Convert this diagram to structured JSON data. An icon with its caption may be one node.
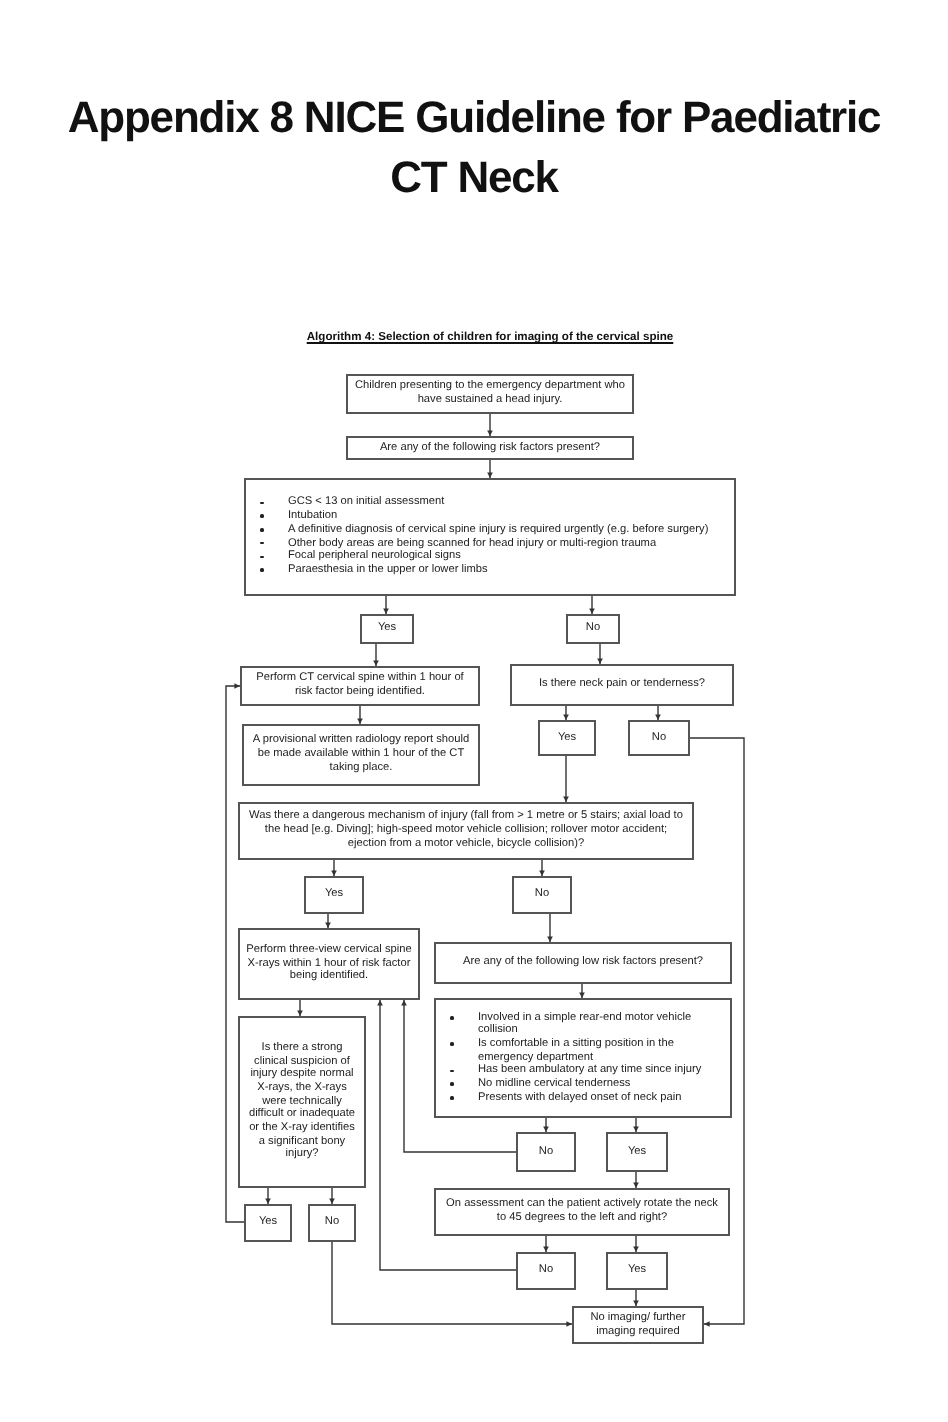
{
  "diagram": {
    "title": "Appendix 8 NICE Guideline for Paediatric CT Neck",
    "nodes": [
      {
        "text": [
          "Children presenting to the emergency department who have sustained a head injury."
        ]
      },
      {
        "text": [
          "Are any of the following risk factors present?"
        ]
      },
      {
        "text": [
          "GCS < 13 on initial assessment",
          "Intubation",
          "A definitive diagnosis of cervical spine injury is required urgently (e.g. before surgery)",
          "Other body areas are being scanned for head injury or multi-region trauma",
          "Focal peripheral neurological signs",
          "Paraesthesia in the upper or lower limbs"
        ]
      },
      {
        "text": [
          "Yes"
        ]
      },
      {
        "text": [
          "No"
        ]
      },
      {
        "text": [
          "Perform CT cervical spine within 1 hour of risk factor being identified."
        ]
      },
      {
        "text": [
          "Is there neck pain or tenderness?"
        ]
      },
      {
        "text": [
          "A provisional written radiology report should be made available within 1 hour of the CT taking place."
        ]
      },
      {
        "text": [
          "Yes"
        ]
      },
      {
        "text": [
          "No"
        ]
      },
      {
        "text": [
          "Was there a dangerous mechanism of injury (fall from > 1 metre or 5 stairs; axial load to the head [e.g. Diving]; high-speed motor vehicle collision; rollover motor accident; ejection from a motor vehicle, bicycle collision)?"
        ]
      },
      {
        "text": [
          "Yes"
        ]
      },
      {
        "text": [
          "No"
        ]
      },
      {
        "text": [
          "Perform three-view cervical spine X-rays within 1 hour of risk factor being identified."
        ]
      },
      {
        "text": [
          "Are any of the following low risk factors present?"
        ]
      },
      {
        "text": [
          "Is there a strong clinical suspicion of injury despite normal X-rays, the X-rays were technically difficult or inadequate or the X-ray identifies a significant bony injury?"
        ]
      },
      {
        "text": [
          "Involved in a simple rear-end motor vehicle collision",
          "Is comfortable in a sitting position in the emergency department",
          "Has been ambulatory at any time since injury",
          "No midline cervical tenderness",
          "Presents with delayed onset of neck pain"
        ]
      },
      {
        "text": [
          "No"
        ]
      },
      {
        "text": [
          "Yes"
        ]
      },
      {
        "text": [
          "Yes"
        ]
      },
      {
        "text": [
          "No"
        ]
      },
      {
        "text": [
          "On assessment can the patient actively rotate the neck to 45 degrees to the left and right?"
        ]
      },
      {
        "text": [
          "No"
        ]
      },
      {
        "text": [
          "Yes"
        ]
      },
      {
        "text": [
          "No imaging/ further imaging required"
        ]
      }
    ],
    "edges": [
      {
        "from": 0,
        "to": 1,
        "arrow": "to"
      },
      {
        "from": 1,
        "to": 2,
        "arrow": "to"
      },
      {
        "from": 2,
        "to": 3,
        "arrow": "to"
      },
      {
        "from": 2,
        "to": 4,
        "arrow": "to"
      },
      {
        "from": 3,
        "to": 5,
        "arrow": "to"
      },
      {
        "from": 4,
        "to": 6,
        "arrow": "to"
      },
      {
        "from": 5,
        "to": 7,
        "arrow": "to"
      },
      {
        "from": 6,
        "to": 8,
        "arrow": "to"
      },
      {
        "from": 6,
        "to": 9,
        "arrow": "to"
      },
      {
        "from": 8,
        "to": 10,
        "arrow": "to"
      },
      {
        "from": 9,
        "to": 24,
        "arrow": "to"
      },
      {
        "from": 10,
        "to": 11,
        "arrow": "to"
      },
      {
        "from": 10,
        "to": 12,
        "arrow": "to"
      },
      {
        "from": 11,
        "to": 13,
        "arrow": "to"
      },
      {
        "from": 12,
        "to": 14,
        "arrow": "to"
      },
      {
        "from": 13,
        "to": 15,
        "arrow": "to"
      },
      {
        "from": 14,
        "to": 16,
        "arrow": "to"
      },
      {
        "from": 16,
        "to": 17,
        "arrow": "to"
      },
      {
        "from": 16,
        "to": 18,
        "arrow": "to"
      },
      {
        "from": 17,
        "to": 13,
        "arrow": "to"
      },
      {
        "from": 15,
        "to": 19,
        "arrow": "to"
      },
      {
        "from": 15,
        "to": 20,
        "arrow": "to"
      },
      {
        "from": 19,
        "to": 5,
        "arrow": "to"
      },
      {
        "from": 18,
        "to": 21,
        "arrow": "to"
      },
      {
        "from": 21,
        "to": 22,
        "arrow": "to"
      },
      {
        "from": 21,
        "to": 23,
        "arrow": "to"
      },
      {
        "from": 22,
        "to": 13,
        "arrow": "to"
      },
      {
        "from": 23,
        "to": 24,
        "arrow": "to"
      },
      {
        "from": 20,
        "to": 24,
        "arrow": "to"
      }
    ],
    "labels": [
      "Algorithm 4: Selection of children for imaging of the cervical spine"
    ]
  }
}
